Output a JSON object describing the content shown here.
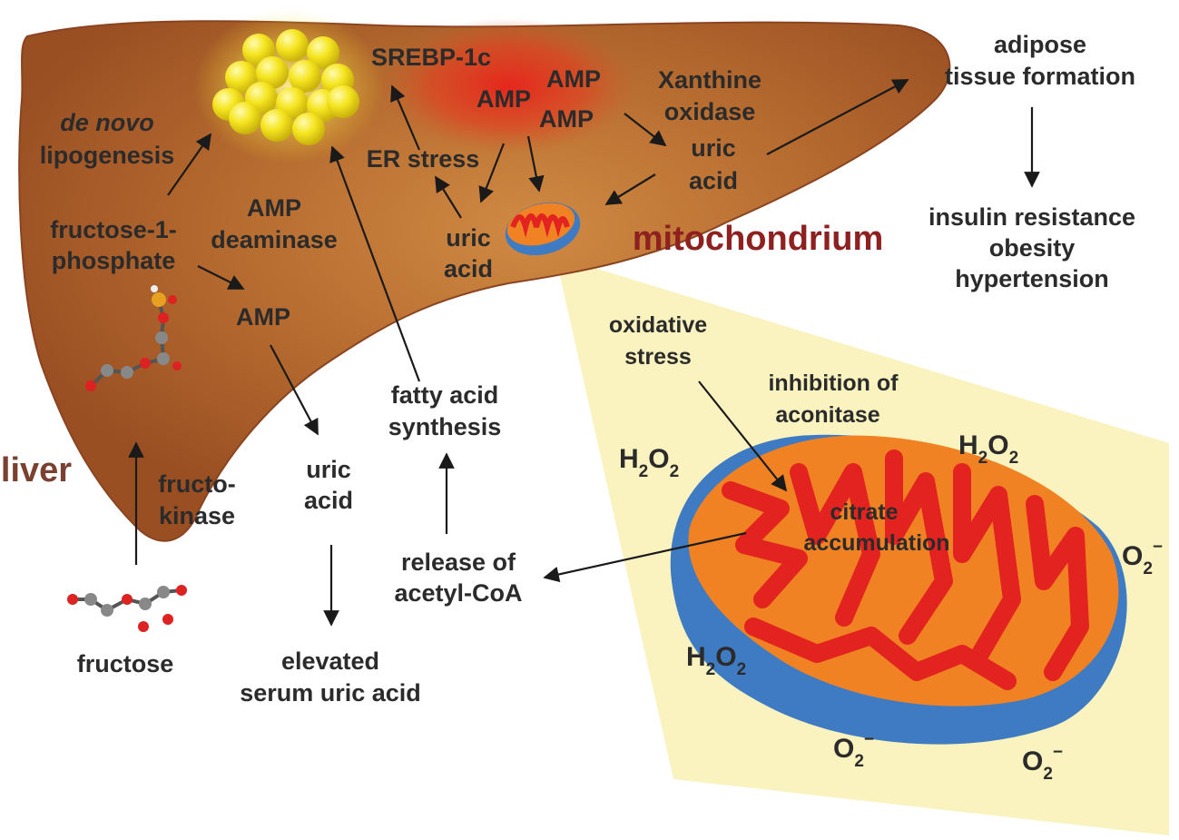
{
  "labels": {
    "de_novo": "de novo",
    "lipogenesis": "lipogenesis",
    "srebp": "SREBP-1c",
    "amp1": "AMP",
    "amp2": "AMP",
    "amp3": "AMP",
    "xanthine_1": "Xanthine",
    "xanthine_2": "oxidase",
    "uric_acid_xo_1": "uric",
    "uric_acid_xo_2": "acid",
    "er_stress": "ER stress",
    "uric_acid_mid_1": "uric",
    "uric_acid_mid_2": "acid",
    "fructose_1p_1": "fructose-1-",
    "fructose_1p_2": "phosphate",
    "amp_deaminase_1": "AMP",
    "amp_deaminase_2": "deaminase",
    "amp_lower": "AMP",
    "mitochondrium": "mitochondrium",
    "liver": "liver",
    "fructokinase_1": "fructo-",
    "fructokinase_2": "kinase",
    "fructose": "fructose",
    "uric_acid_low_1": "uric",
    "uric_acid_low_2": "acid",
    "elevated_1": "elevated",
    "elevated_2": "serum uric acid",
    "fatty_acid_1": "fatty acid",
    "fatty_acid_2": "synthesis",
    "release_1": "release of",
    "release_2": "acetyl-CoA",
    "adipose_1": "adipose",
    "adipose_2": "tissue formation",
    "insulin": "insulin resistance",
    "obesity": "obesity",
    "hypertension": "hypertension",
    "oxidative_1": "oxidative",
    "oxidative_2": "stress",
    "inhibition_1": "inhibition of",
    "inhibition_2": "aconitase",
    "citrate_1": "citrate",
    "citrate_2": "accumulation"
  },
  "chem": {
    "h2o2_base": "H",
    "h2o2_sub": "2",
    "h2o2_o": "O",
    "o2_base": "O",
    "o2_sub": "2",
    "o2_sup": "−"
  },
  "colors": {
    "liver": "#a55a2a",
    "liver_highlight": "#d08a43",
    "fat": "#f3e21f",
    "amp_glow": "#e8221c",
    "mito_outer": "#3f7bc2",
    "mito_matrix": "#f08223",
    "cristae": "#e2231f",
    "zoom_panel": "#fbf3bf",
    "liver_label": "#7a4030",
    "mito_label": "#8e2020"
  }
}
